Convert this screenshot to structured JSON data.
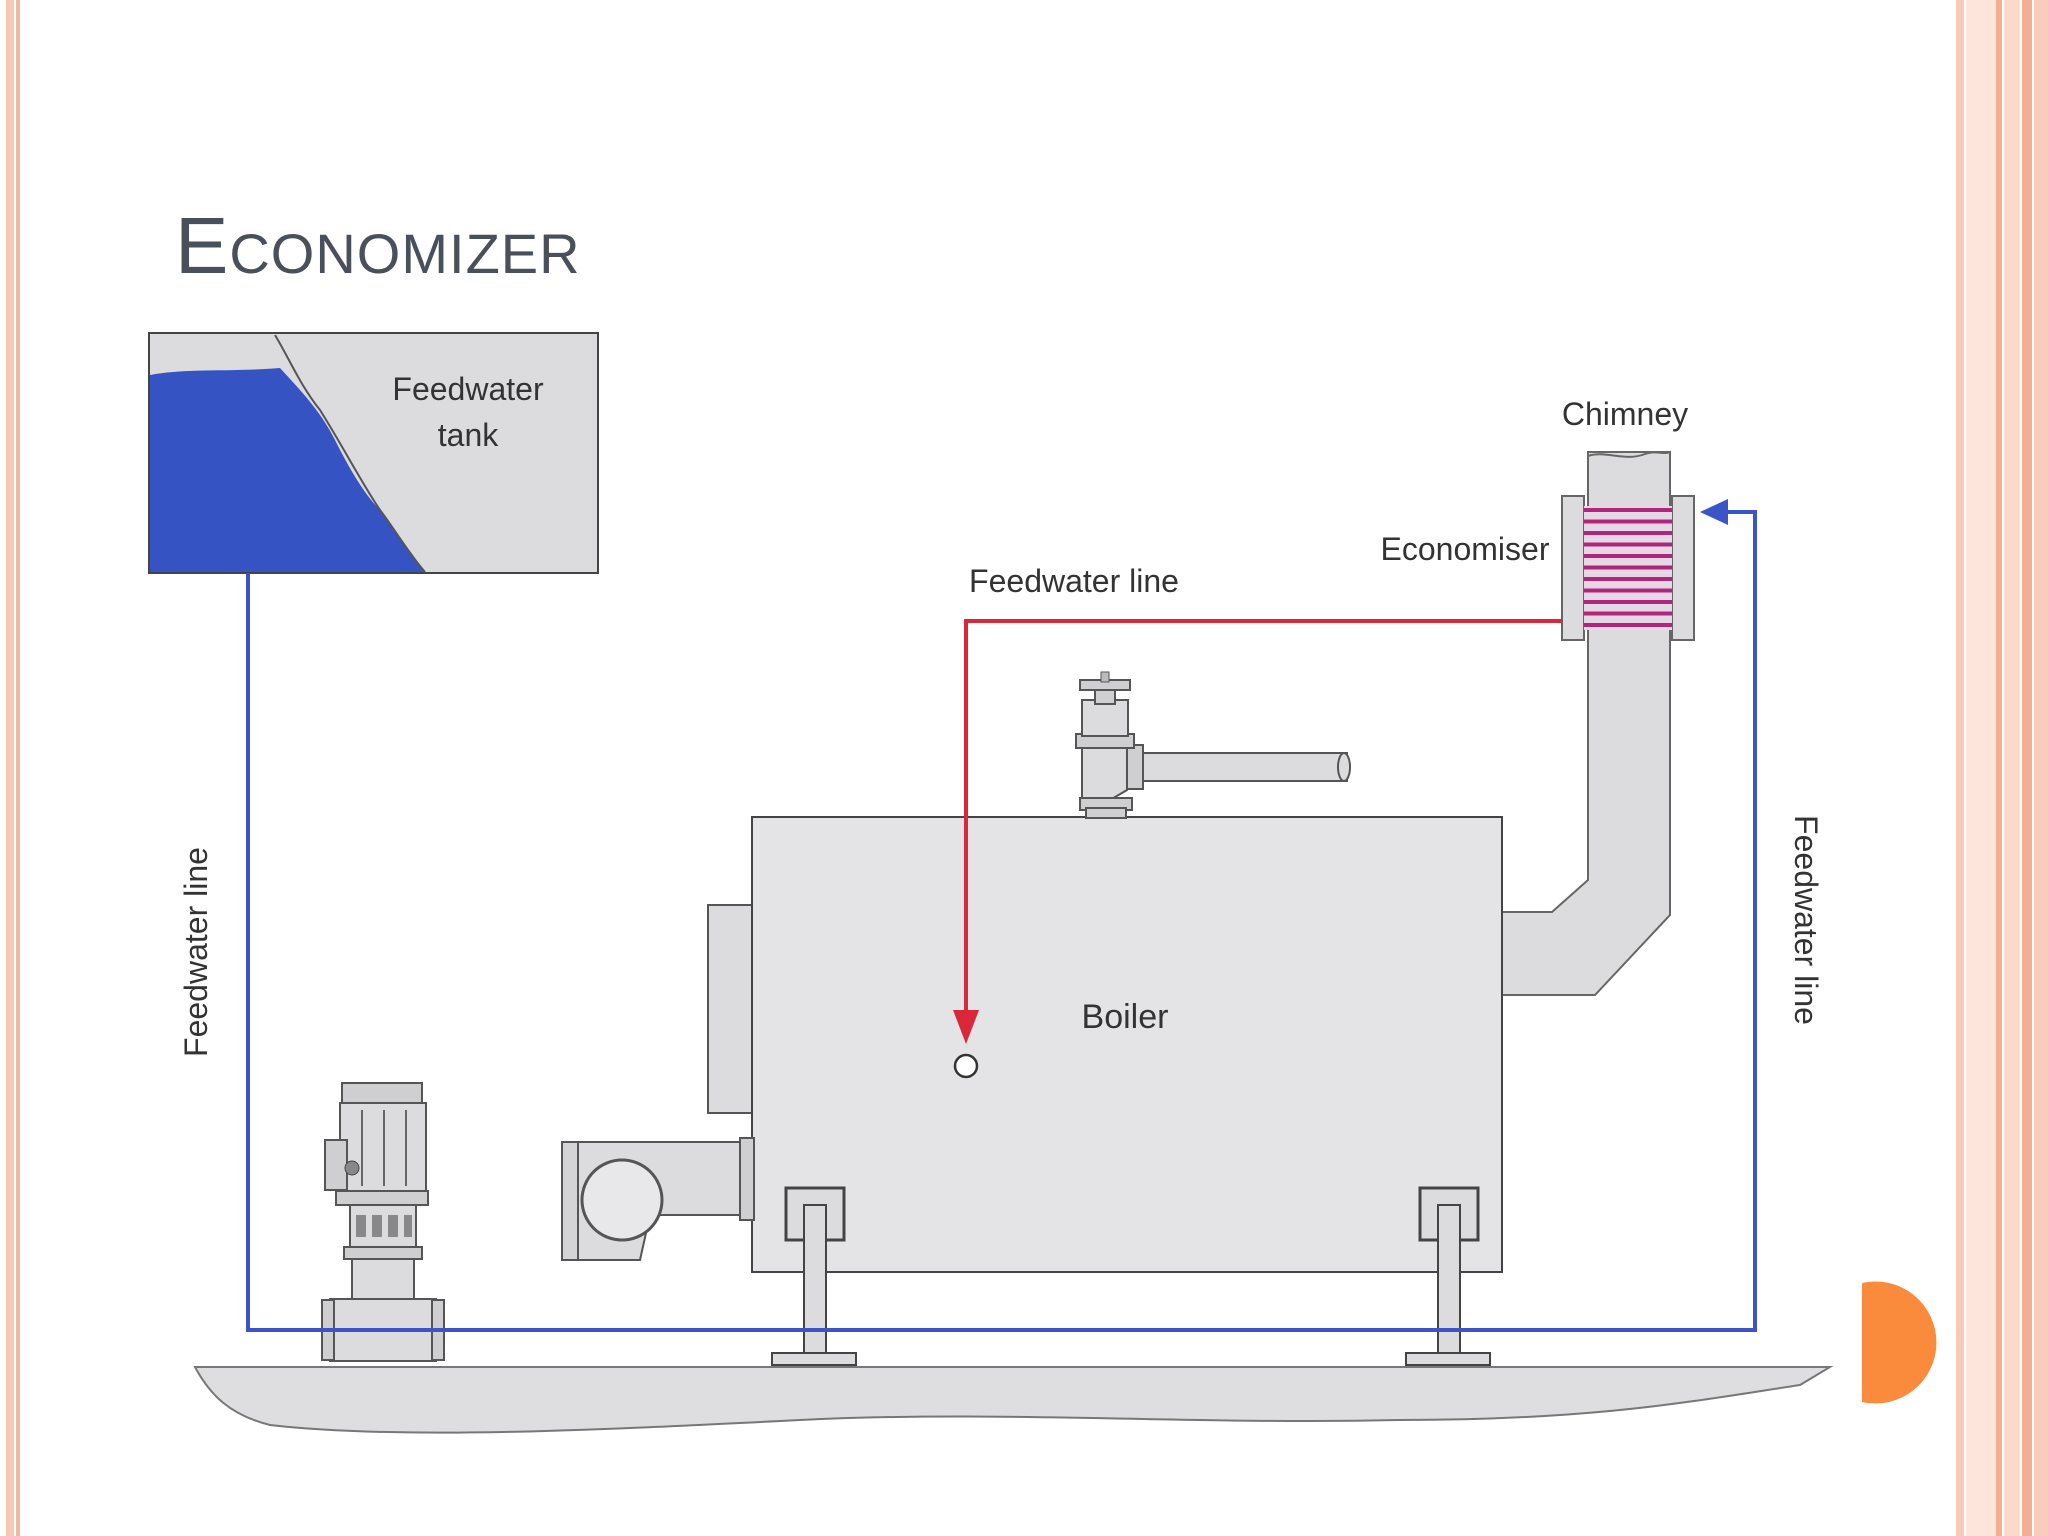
{
  "slide": {
    "title": "Economizer"
  },
  "diagram": {
    "labels": {
      "feedwater_tank": [
        "Feedwater",
        "tank"
      ],
      "chimney": "Chimney",
      "economiser": "Economiser",
      "feedwater_line_top": "Feedwater line",
      "feedwater_line_left": "Feedwater line",
      "feedwater_line_right": "Feedwater line",
      "boiler": "Boiler"
    },
    "colors": {
      "water": "#3653c4",
      "cold_line": "#3b55c9",
      "hot_line": "#d8283a",
      "equipment": "#dcdcde",
      "outline": "#555555",
      "accent": "#fa8a3c"
    }
  }
}
